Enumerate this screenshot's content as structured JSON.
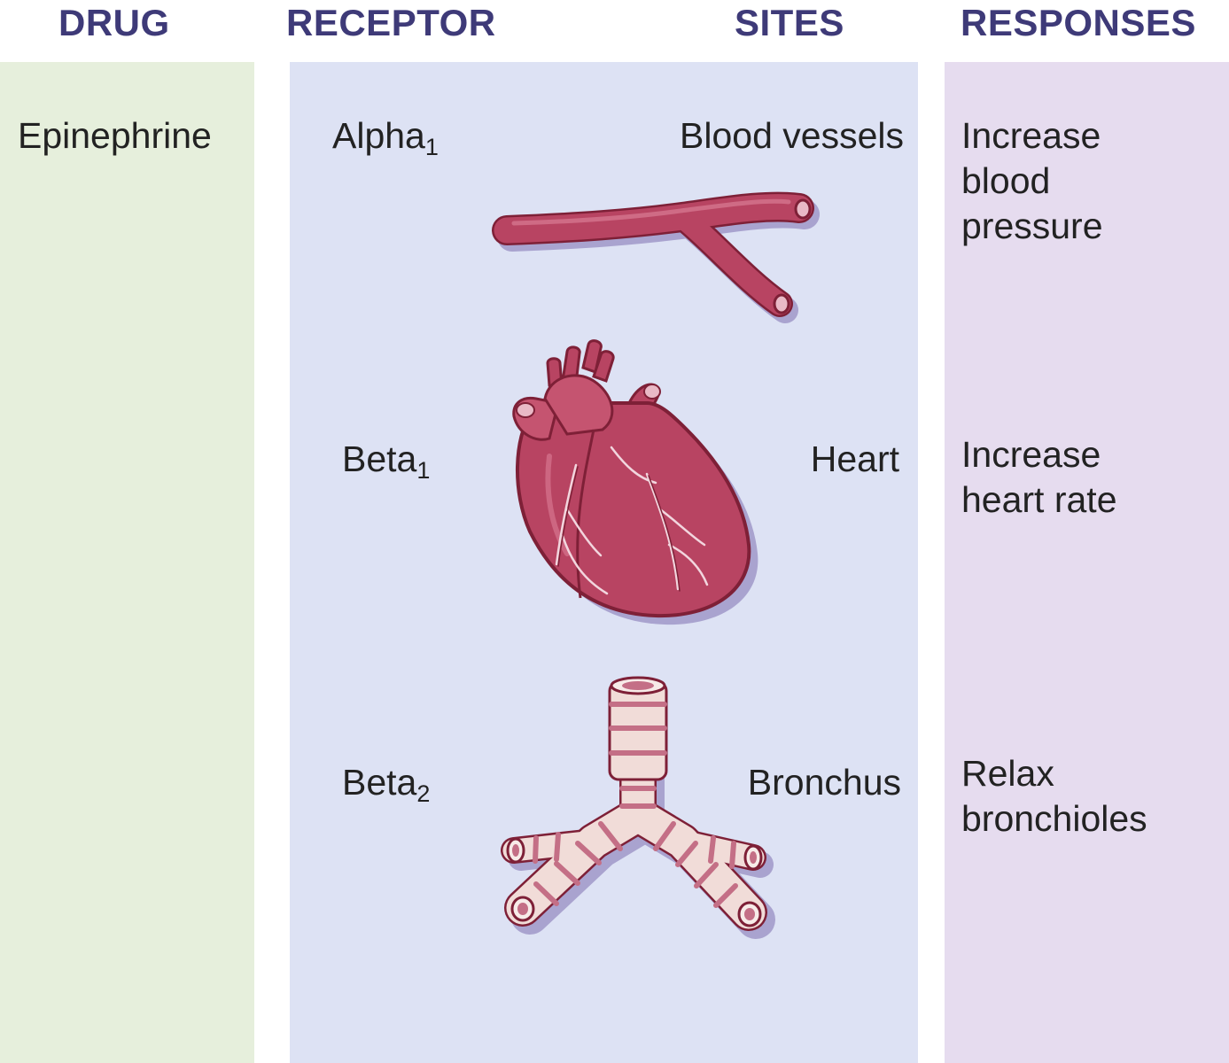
{
  "headers": {
    "drug": "DRUG",
    "receptor": "RECEPTOR",
    "sites": "SITES",
    "responses": "RESPONSES"
  },
  "drug": "Epinephrine",
  "rows": [
    {
      "receptor": "Alpha",
      "receptor_subscript": "1",
      "site": "Blood vessels",
      "site_icon": "blood-vessel-icon",
      "response_lines": [
        "Increase",
        "blood",
        "pressure"
      ]
    },
    {
      "receptor": "Beta",
      "receptor_subscript": "1",
      "site": "Heart",
      "site_icon": "heart-icon",
      "response_lines": [
        "Increase",
        "heart rate"
      ]
    },
    {
      "receptor": "Beta",
      "receptor_subscript": "2",
      "site": "Bronchus",
      "site_icon": "bronchus-icon",
      "response_lines": [
        "Relax",
        "bronchioles"
      ]
    }
  ],
  "colors": {
    "header_text": "#3e3a78",
    "drug_column": "#e6efdc",
    "receptor_site_column": "#dde2f4",
    "response_column": "#e6dcef",
    "tissue": "#b84462",
    "airway": "#f1dcd8"
  }
}
